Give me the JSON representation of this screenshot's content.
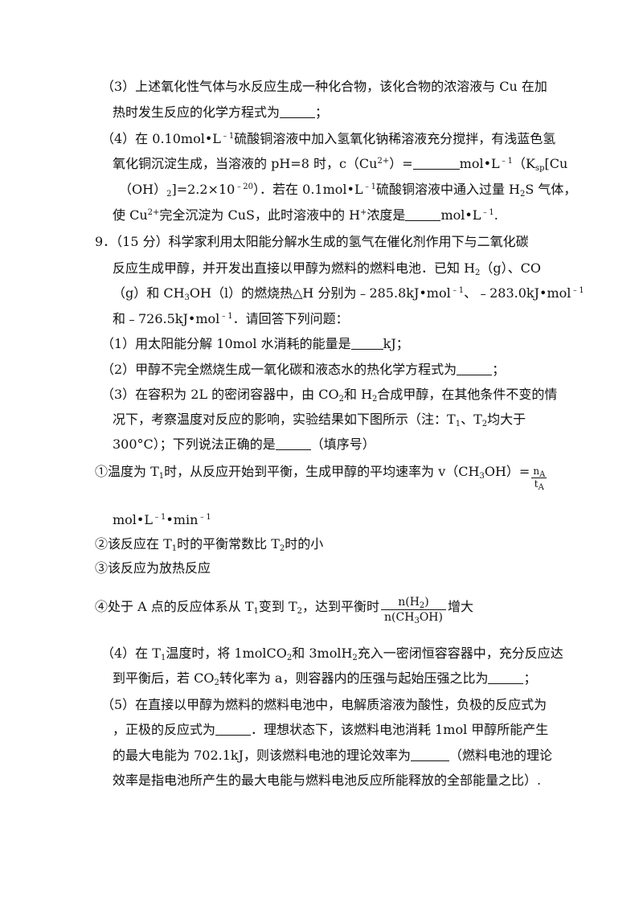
{
  "q8": {
    "p3_a": "（3）上述氧化性气体与水反应生成一种化合物，该化合物的浓溶液与 Cu 在加",
    "p3_b": "热时发生反应的化学方程式为",
    "p3_b_end": "；",
    "p4_a1": "（4）在 0.10mol•L",
    "p4_a_sup": "﹣1",
    "p4_a2": "硫酸铜溶液中加入氢氧化钠稀溶液充分搅拌，有浅蓝色氢",
    "p4_b1": "氧化铜沉淀生成，当溶液的 pH=8 时，c（Cu",
    "p4_b_sup": "2+",
    "p4_b2": "）=",
    "p4_b3": "mol•L",
    "p4_b_sup2": "﹣1",
    "p4_b4": "（K",
    "p4_b_sub": "sp",
    "p4_b5": "[Cu",
    "p4_c1": "（OH）",
    "p4_c_sub": "2",
    "p4_c2": "]=2.2×10",
    "p4_c_sup": "﹣20",
    "p4_c3": "）．若在 0.1mol•L",
    "p4_c_sup2": "﹣1",
    "p4_c4": "硫酸铜溶液中通入过量 H",
    "p4_c_sub2": "2",
    "p4_c5": "S 气体，",
    "p4_d1": "使 Cu",
    "p4_d_sup": "2+",
    "p4_d2": "完全沉淀为 CuS，此时溶液中的 H",
    "p4_d_sup2": "+",
    "p4_d3": "浓度是",
    "p4_d4": "mol•L",
    "p4_d_sup3": "﹣1",
    "p4_d5": "."
  },
  "q9": {
    "h1": "9．（15 分）科学家利用太阳能分解水生成的氢气在催化剂作用下与二氧化碳",
    "h2": "反应生成甲醇，并开发出直接以甲醇为燃料的燃料电池．已知 H",
    "h2_sub": "2",
    "h2b": "（g）、CO",
    "h3a": "（g）和 CH",
    "h3_sub": "3",
    "h3b": "OH（l）的燃烧热△H 分别为﹣285.8kJ•mol",
    "h3_sup": "﹣1",
    "h3c": "、﹣283.0kJ•mol",
    "h3_sup2": "﹣1",
    "h4a": "和﹣726.5kJ•mol",
    "h4_sup": "﹣1",
    "h4b": "．请回答下列问题：",
    "p1a": "（1）用太阳能分解 10mol 水消耗的能量是",
    "p1b": "kJ；",
    "p2a": "（2）甲醇不完全燃烧生成一氧化碳和液态水的热化学方程式为",
    "p2b": "；",
    "p3a1": "（3）在容积为 2L 的密闭容器中，由 CO",
    "p3a_sub": "2",
    "p3a2": "和 H",
    "p3a_sub2": "2",
    "p3a3": "合成甲醇，在其他条件不变的情",
    "p3b1": "况下，考察温度对反应的影响，实验结果如下图所示（注：T",
    "p3b_sub": "1",
    "p3b2": "、T",
    "p3b_sub2": "2",
    "p3b3": "均大于",
    "p3c1": "300°C）；下列说法正确的是",
    "p3c2": "（填序号）",
    "o1a": "①温度为 T",
    "o1_sub": "1",
    "o1b": "时，从反应开始到平衡，生成甲醇的平均速率为 v（CH",
    "o1_sub2": "3",
    "o1c": "OH）=",
    "o1_num": "n",
    "o1_num_sub": "A",
    "o1_den": "t",
    "o1_den_sub": "A",
    "o1_unit1": "mol•L",
    "o1_unit_sup": "﹣1",
    "o1_unit2": "•min",
    "o1_unit_sup2": "﹣1",
    "o2a": "②该反应在 T",
    "o2_sub": "1",
    "o2b": "时的平衡常数比 T",
    "o2_sub2": "2",
    "o2c": "时的小",
    "o3": "③该反应为放热反应",
    "o4a": "④处于 A 点的反应体系从 T",
    "o4_sub": "1",
    "o4b": "变到 T",
    "o4_sub2": "2",
    "o4c": "，达到平衡时",
    "o4_num1": "n(H",
    "o4_num_sub": "2",
    "o4_num2": ")",
    "o4_den1": "n(CH",
    "o4_den_sub": "3",
    "o4_den2": "OH)",
    "o4d": "增大",
    "p4a1": "（4）在 T",
    "p4a_sub": "1",
    "p4a2": "温度时，将 1molCO",
    "p4a_sub2": "2",
    "p4a3": "和 3molH",
    "p4a_sub3": "2",
    "p4a4": "充入一密闭恒容容器中，充分反应达",
    "p4b1": "到平衡后，若 CO",
    "p4b_sub": "2",
    "p4b2": "转化率为 a，则容器内的压强与起始压强之比为",
    "p4b3": "；",
    "p5a": "（5）在直接以甲醇为燃料的燃料电池中，电解质溶液为酸性，负极的反应式为",
    "p5b1": "，正极的反应式为",
    "p5b2": "．理想状态下，该燃料电池消耗 1mol 甲醇所能产生",
    "p5c1": "的最大电能为 702.1kJ，则该燃料电池的理论效率为",
    "p5c2": "（燃料电池的理论",
    "p5d": "效率是指电池所产生的最大电能与燃料电池反应所能释放的全部能量之比）."
  }
}
